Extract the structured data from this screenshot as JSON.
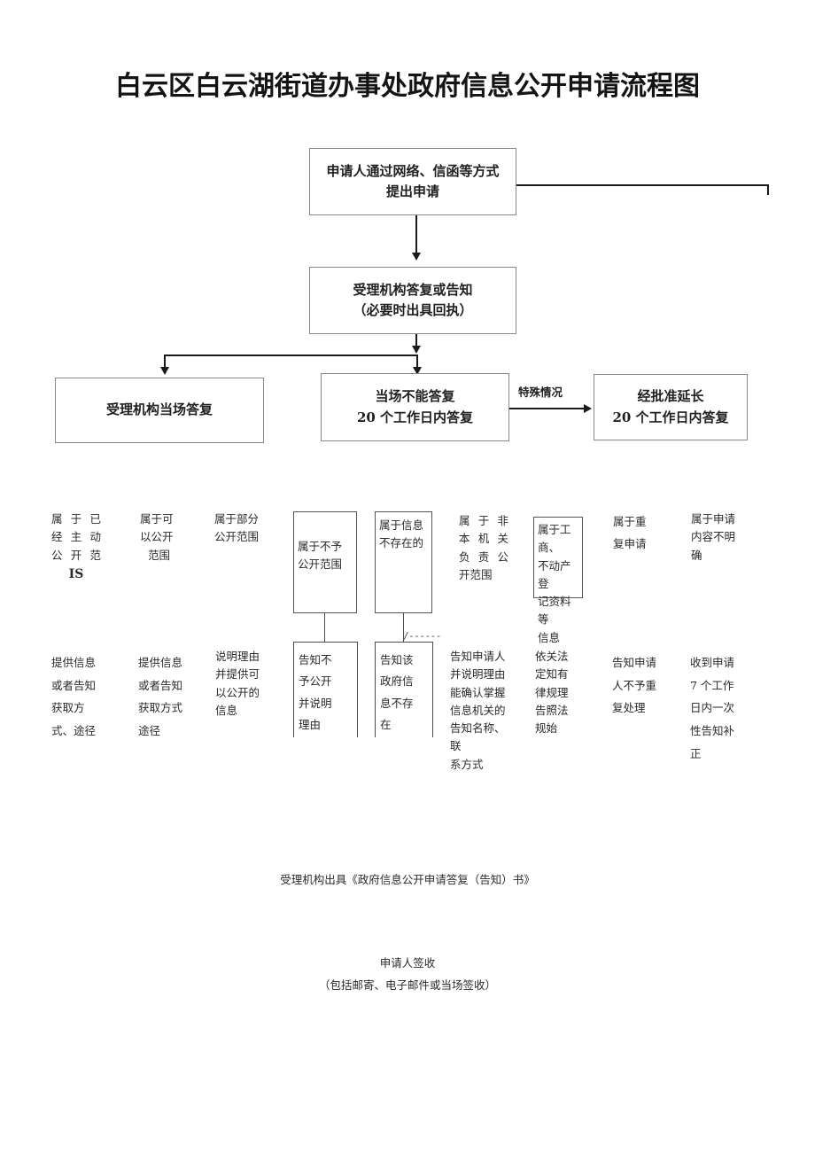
{
  "title": "白云区白云湖街道办事处政府信息公开申请流程图",
  "flow": {
    "step1": {
      "lines": [
        "申请人通过网络、信函等方式",
        "提出申请"
      ]
    },
    "step2": {
      "lines": [
        "受理机构答复或告知",
        "（必要时出具回执）"
      ]
    },
    "step3_left": {
      "lines": [
        "受理机构当场答复"
      ]
    },
    "step3_mid": {
      "lines": [
        "当场不能答复",
        "20 个工作日内答复"
      ]
    },
    "step3_right": {
      "lines": [
        "经批准延长",
        "20 个工作日内答复"
      ]
    },
    "edge_special": "特殊情况"
  },
  "categories": [
    {
      "id": "cat-1",
      "lines": [
        "属于已",
        "经主动",
        "公开范",
        "IS"
      ],
      "boxed": false
    },
    {
      "id": "cat-2",
      "lines": [
        "属于可",
        "以公开",
        "范围"
      ],
      "boxed": false
    },
    {
      "id": "cat-3",
      "lines": [
        "属于部分",
        "公开范围"
      ],
      "boxed": false
    },
    {
      "id": "cat-4",
      "lines": [
        "属于不予",
        "公开范围"
      ],
      "boxed": true
    },
    {
      "id": "cat-5",
      "lines": [
        "属于信息",
        "不存在的"
      ],
      "boxed": true
    },
    {
      "id": "cat-6",
      "lines": [
        "属于非",
        "本机关",
        "负责公",
        "开范围"
      ],
      "boxed": false
    },
    {
      "id": "cat-7",
      "lines": [
        "属于工商、",
        "不动产登",
        "记资料等",
        "信息"
      ],
      "boxed": true
    },
    {
      "id": "cat-8",
      "lines": [
        "属于重",
        "复申请"
      ],
      "boxed": false
    },
    {
      "id": "cat-9",
      "lines": [
        "属于申请",
        "内容不明",
        "确"
      ],
      "boxed": false
    }
  ],
  "actions": [
    {
      "id": "act-1",
      "lines": [
        "提供信息",
        "或者告知",
        "获取方",
        "式、途径"
      ],
      "boxed": false
    },
    {
      "id": "act-2",
      "lines": [
        "提供信息",
        "或者告知",
        "获取方式",
        "途径"
      ],
      "boxed": false
    },
    {
      "id": "act-3",
      "lines": [
        "说明理由",
        "并提供可",
        "以公开的",
        "信息"
      ],
      "boxed": false
    },
    {
      "id": "act-4",
      "lines": [
        "告知不",
        "予公开",
        "并说明",
        "理由"
      ],
      "boxed": true
    },
    {
      "id": "act-5",
      "lines": [
        "告知该",
        "政府信",
        "息不存",
        "在"
      ],
      "boxed": true
    },
    {
      "id": "act-6",
      "lines": [
        "告知申请人",
        "并说明理由",
        "能确认掌握",
        "信息机关的",
        "告知名称、联",
        "系方式"
      ],
      "boxed": false
    },
    {
      "id": "act-7",
      "lines": [
        "依关法",
        "定知有",
        "律规理",
        "告照法",
        "规始"
      ],
      "boxed": false
    },
    {
      "id": "act-8",
      "lines": [
        "告知申请",
        "人不予重",
        "复处理"
      ],
      "boxed": false
    },
    {
      "id": "act-9",
      "lines": [
        "收到申请",
        "7 个工作",
        "日内一次",
        "性告知补",
        "正"
      ],
      "boxed": false
    }
  ],
  "footer": {
    "issue_line": "受理机构出具《政府信息公开申请答复（告知）书》",
    "sign_line": "申请人签收",
    "sign_note": "（包括邮寄、电子邮件或当场签收）"
  },
  "artifacts": {
    "dash_stub": "/------"
  }
}
